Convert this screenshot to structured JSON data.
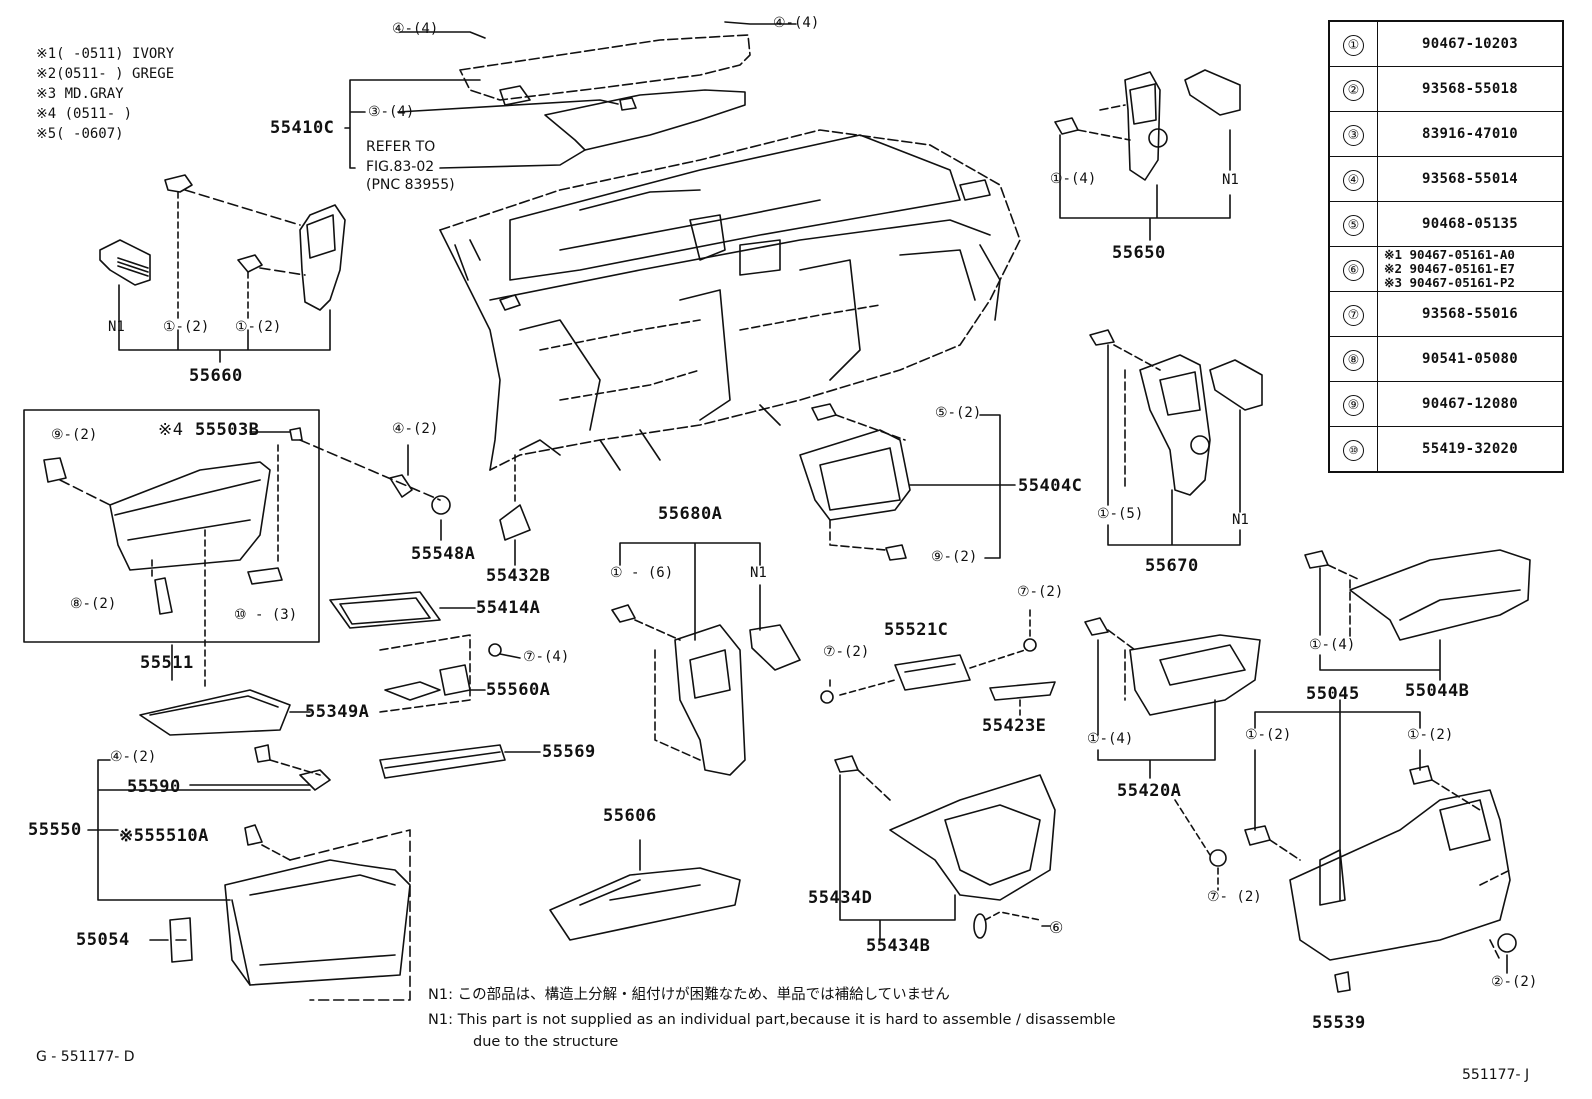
{
  "variants": [
    "※1(    -0511) IVORY",
    "※2(0511-    ) GREGE",
    "※3 MD.GRAY",
    "※4 (0511-    )",
    "※5(    -0607)"
  ],
  "parts_table": [
    {
      "num": "①",
      "value": "90467-10203"
    },
    {
      "num": "②",
      "value": "93568-55018"
    },
    {
      "num": "③",
      "value": "83916-47010"
    },
    {
      "num": "④",
      "value": "93568-55014"
    },
    {
      "num": "⑤",
      "value": "90468-05135"
    },
    {
      "num": "⑥",
      "lines": [
        "※1 90467-05161-A0",
        "※2 90467-05161-E7",
        "※3 90467-05161-P2"
      ]
    },
    {
      "num": "⑦",
      "value": "93568-55016"
    },
    {
      "num": "⑧",
      "value": "90541-05080"
    },
    {
      "num": "⑨",
      "value": "90467-12080"
    },
    {
      "num": "⑩",
      "value": "55419-32020"
    }
  ],
  "labels": {
    "p55410C": "55410C",
    "p55660": "55660",
    "p55503B": "55503B",
    "x4": "※4",
    "p55548A": "55548A",
    "p55432B": "55432B",
    "p55414A": "55414A",
    "p55511": "55511",
    "p55560A": "55560A",
    "p55349A": "55349A",
    "p55569": "55569",
    "p55590": "55590",
    "p55550": "55550",
    "p555510A": "※555510A",
    "p55054": "55054",
    "p55606": "55606",
    "p55680A": "55680A",
    "p55404C": "55404C",
    "p55521C": "55521C",
    "p55423E": "55423E",
    "p55434D": "55434D",
    "p55434B": "55434B",
    "p55650": "55650",
    "p55670": "55670",
    "p55420A": "55420A",
    "p55045": "55045",
    "p55044B": "55044B",
    "p55539": "55539",
    "refer1": "REFER TO",
    "refer2": "FIG.83-02",
    "refer3": "(PNC 83955)",
    "n1": "N1"
  },
  "callouts": {
    "c4_4a": "④-(4)",
    "c4_4b": "④-(4)",
    "c3_4": "③-(4)",
    "c1_2a": "①-(2)",
    "c1_2b": "①-(2)",
    "c9_2": "⑨-(2)",
    "c4_2a": "④-(2)",
    "c8_2": "⑧-(2)",
    "c10_3": "⑩ - (3)",
    "c7_4": "⑦-(4)",
    "c4_2b": "④-(2)",
    "c1_6": "① - (6)",
    "c5_2": "⑤-(2)",
    "c9_2b": "⑨-(2)",
    "c7_2a": "⑦-(2)",
    "c7_2b": "⑦-(2)",
    "c6": "⑥",
    "c1_4a": "①-(4)",
    "c1_5": "①-(5)",
    "c1_4b": "①-(4)",
    "c1_4c": "①-(4)",
    "c1_2c": "①-(2)",
    "c1_2d": "①-(2)",
    "c7_2c": "⑦- (2)",
    "c2_2": "②-(2)"
  },
  "notes": {
    "jp": "N1: この部品は、構造上分解・組付けが困難なため、単品では補給していません",
    "en1": "N1: This part is not supplied as an individual part,because it is hard to assemble / disassemble",
    "en2": "due to the structure"
  },
  "footer": {
    "left": "G - 551177- D",
    "right": "551177- J"
  }
}
